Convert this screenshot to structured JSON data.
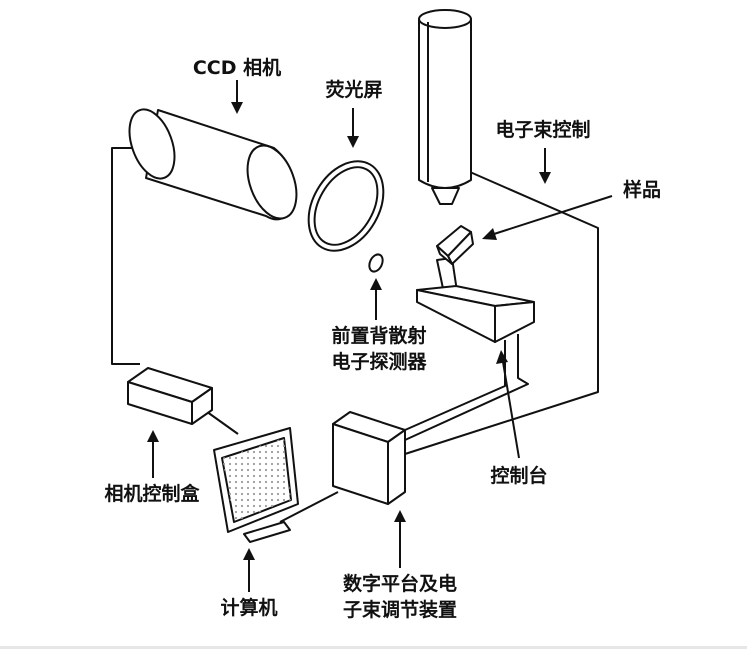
{
  "labels": {
    "ccd_camera": "CCD 相机",
    "phosphor_screen": "荧光屏",
    "electron_beam_control": "电子束控制",
    "sample": "样品",
    "forward_detector_line1": "前置背散射",
    "forward_detector_line2": "电子探测器",
    "camera_control_box": "相机控制盒",
    "stage_control": "控制台",
    "computer": "计算机",
    "digital_stage_line1": "数字平台及电",
    "digital_stage_line2": "子束调节装置"
  },
  "colors": {
    "ink": "#111111",
    "paper": "#ffffff",
    "screen_tint": "#d8d8d8"
  }
}
